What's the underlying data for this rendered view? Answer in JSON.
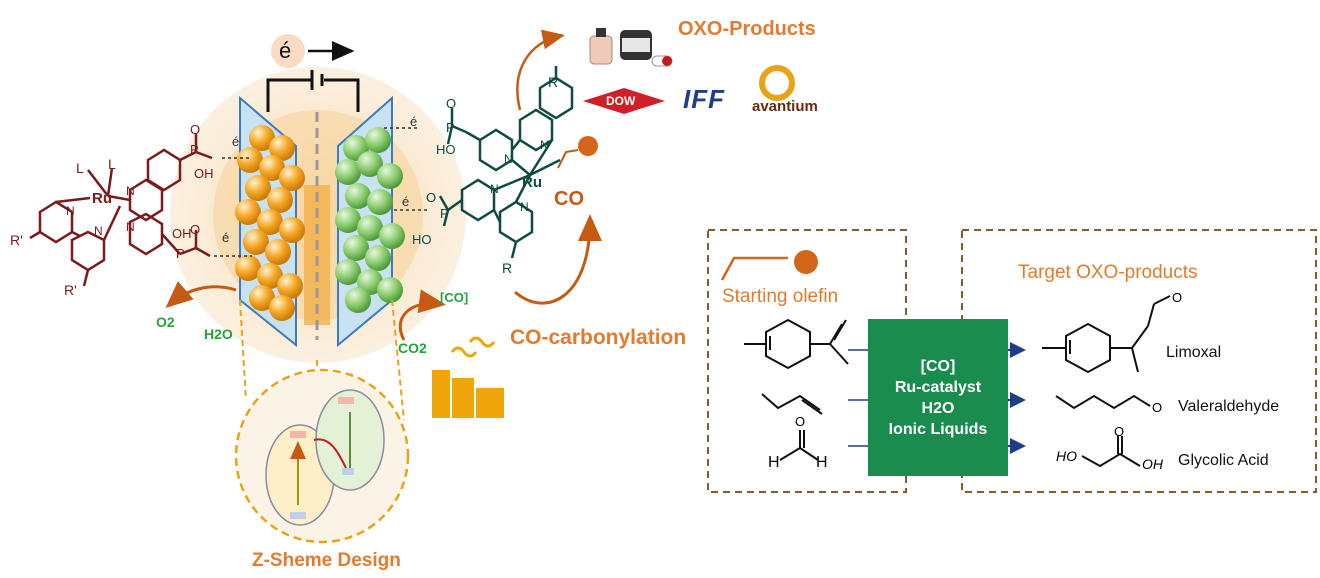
{
  "colors": {
    "accent_orange": "#e37b2f",
    "green": "#22a33a",
    "maroon": "#7a1a1a",
    "teal": "#0f4a44",
    "box_green": "#1a8c4e",
    "dashed_brown": "#8a5a2b"
  },
  "top": {
    "electron": "é",
    "oxo_products": "OXO-Products"
  },
  "logos": {
    "dow": "DOW",
    "iff": "IFF",
    "avantium": "avantium"
  },
  "left_complex": {
    "metal": "Ru",
    "ligand_L1": "L",
    "ligand_L2": "L",
    "r_prime_1": "R'",
    "r_prime_2": "R'",
    "p1": "P",
    "o1": "O",
    "oh1": "OH",
    "p2": "P",
    "o2": "O",
    "oh2": "OH",
    "e1": "é",
    "e2": "é",
    "n1": "N",
    "n2": "N",
    "n3": "N",
    "n4": "N"
  },
  "right_complex": {
    "metal": "Ru",
    "r1": "R",
    "r2": "R",
    "p1": "P",
    "o1": "O",
    "ho1": "HO",
    "p2": "P",
    "o2": "O",
    "ho2": "HO",
    "e1": "é",
    "e2": "é",
    "co": "CO",
    "n1": "N",
    "n2": "N",
    "n3": "N",
    "n4": "N"
  },
  "cell": {
    "o2_label": "O2",
    "h2o_label": "H2O",
    "co_bracket": "[CO]",
    "co2_label": "CO2",
    "co_carbonylation": "CO-carbonylation",
    "z_scheme": "Z-Sheme Design"
  },
  "reaction": {
    "starting_title": "Starting olefin",
    "target_title": "Target OXO-products",
    "conditions": [
      "[CO]",
      "Ru-catalyst",
      "H2O",
      "Ionic Liquids"
    ],
    "products": [
      "Limoxal",
      "Valeraldehyde",
      "Glycolic Acid"
    ],
    "mol_atoms": {
      "o": "O",
      "h_left": "H",
      "h_right": "H",
      "ho": "HO",
      "oh": "OH"
    }
  }
}
